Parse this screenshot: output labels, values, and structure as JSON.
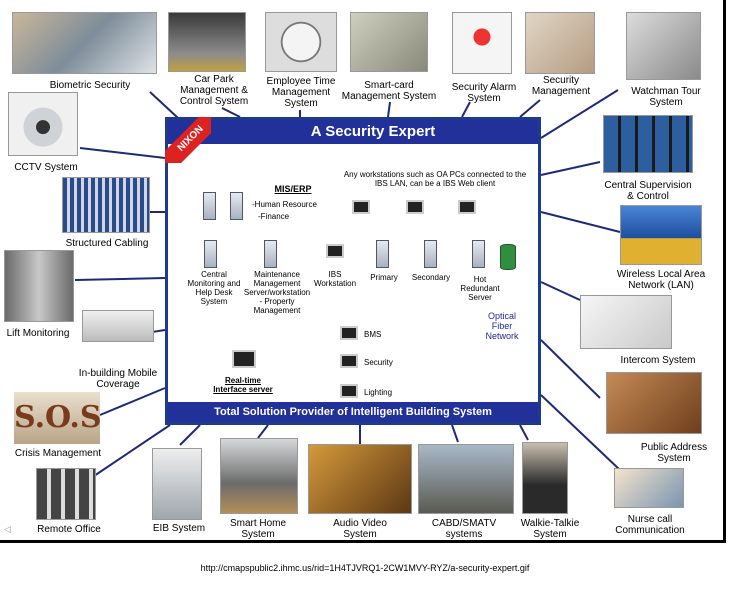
{
  "center": {
    "title": "A Security Expert",
    "logo": "NIXON",
    "footer": "Total Solution Provider of Intelligent Building System",
    "ibs_note": "Any workstations such as OA PCs connected to the IBS LAN, can be a IBS Web client",
    "mis_title": "MIS/ERP",
    "mis_items": [
      "-Human Resource",
      "-Finance"
    ],
    "nodes": {
      "central": [
        "Central",
        "Monitoring and",
        "Help Desk",
        "System"
      ],
      "maintenance": [
        "Maintenance",
        "Management",
        "Server/workstation",
        "- Property",
        "Management"
      ],
      "ibs": [
        "IBS",
        "Workstation"
      ],
      "primary": "Primary",
      "secondary": "Secondary",
      "hot": [
        "Hot",
        "Redundant",
        "Server"
      ],
      "optical": [
        "Optical",
        "Fiber",
        "Network"
      ],
      "realtime": [
        "Real-time",
        "Interface server"
      ],
      "bms": "BMS",
      "security": "Security",
      "lighting": "Lighting"
    }
  },
  "outer": {
    "biometric": [
      "Biometric Security"
    ],
    "carpark": [
      "Car Park",
      "Management &",
      "Control System"
    ],
    "employee": [
      "Employee Time",
      "Management",
      "System"
    ],
    "smartcard": [
      "Smart-card",
      "Management System"
    ],
    "alarm": [
      "Security Alarm",
      "System"
    ],
    "secmgmt": [
      "Security",
      "Management"
    ],
    "watchman": [
      "Watchman Tour",
      "System"
    ],
    "cctv": [
      "CCTV System"
    ],
    "central_sup": [
      "Central Supervision",
      "& Control"
    ],
    "cabling": [
      "Structured Cabling"
    ],
    "wlan": [
      "Wireless Local Area",
      "Network (LAN)"
    ],
    "lift": [
      "Lift Monitoring"
    ],
    "intercom": [
      "Intercom System"
    ],
    "mobile": [
      "In-building Mobile",
      "Coverage"
    ],
    "crisis": [
      "Crisis Management"
    ],
    "pa": [
      "Public Address",
      "System"
    ],
    "remote": [
      "Remote Office"
    ],
    "eib": [
      "EIB System"
    ],
    "smarthome": [
      "Smart Home",
      "System"
    ],
    "audiovideo": [
      "Audio Video",
      "System"
    ],
    "cabd": [
      "CABD/SMATV",
      "systems"
    ],
    "walkie": [
      "Walkie-Talkie",
      "System"
    ],
    "nurse": [
      "Nurse call",
      "Communication"
    ]
  },
  "sos_text": "S.O.S",
  "url": "http://cmapspublic2.ihmc.us/rid=1H4TJVRQ1-2CW1MVY-RYZ/a-security-expert.gif"
}
